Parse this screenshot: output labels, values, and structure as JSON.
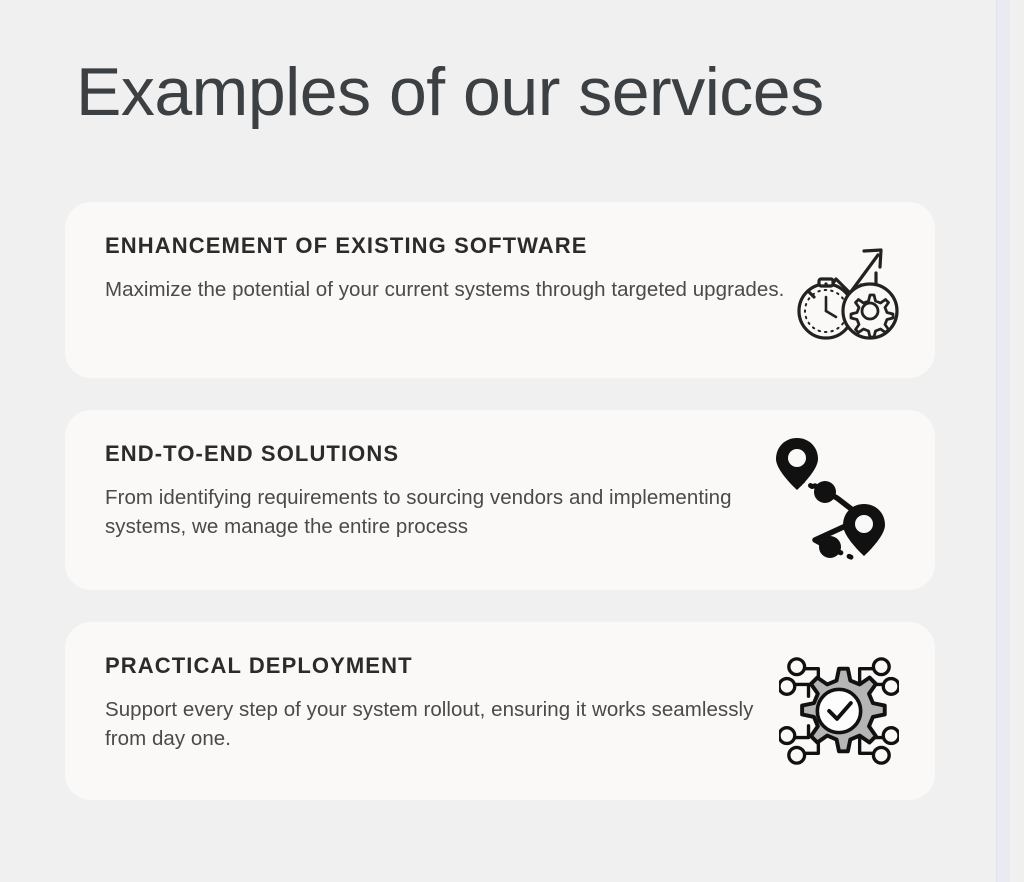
{
  "page": {
    "title": "Examples of our services",
    "background_color": "#f0f0f0",
    "card_background_color": "#faf9f7",
    "title_color": "#3c4043",
    "heading_color": "#2b2b2b",
    "body_color": "#4a4a4a"
  },
  "scrollbar": {
    "name": "vertical-scrollbar",
    "track_color": "#e9ebf1"
  },
  "cards": [
    {
      "heading": "ENHANCEMENT OF EXISTING SOFTWARE",
      "body": "Maximize the potential of your current systems through targeted upgrades.",
      "icon": "stopwatch-gear-growth-arrow-icon"
    },
    {
      "heading": "END-TO-END SOLUTIONS",
      "body": "From identifying requirements to sourcing vendors and implementing systems, we manage the entire process",
      "icon": "route-map-pins-icon"
    },
    {
      "heading": "PRACTICAL DEPLOYMENT",
      "body": "Support every step of your system rollout, ensuring it works seamlessly from day one.",
      "icon": "gear-checkmark-circuit-icon"
    }
  ]
}
